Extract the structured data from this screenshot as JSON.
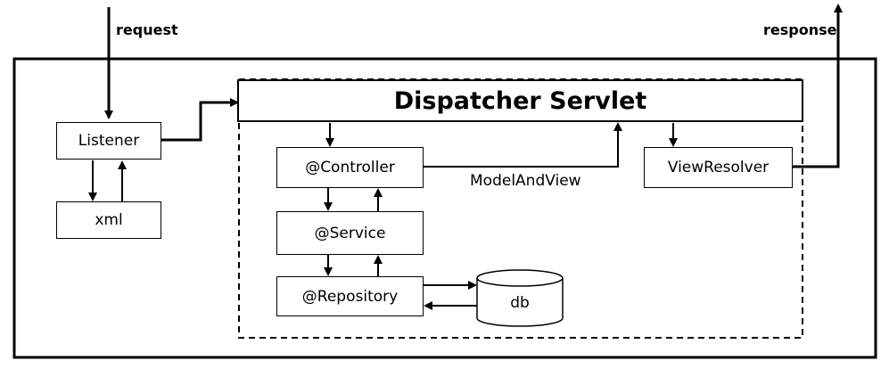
{
  "labels": {
    "request": "request",
    "response": "response",
    "model_and_view": "ModelAndView"
  },
  "nodes": {
    "dispatcher": "Dispatcher Servlet",
    "listener": "Listener",
    "xml": "xml",
    "controller": "@Controller",
    "service": "@Service",
    "repository": "@Repository",
    "db": "db",
    "view_resolver": "ViewResolver"
  }
}
